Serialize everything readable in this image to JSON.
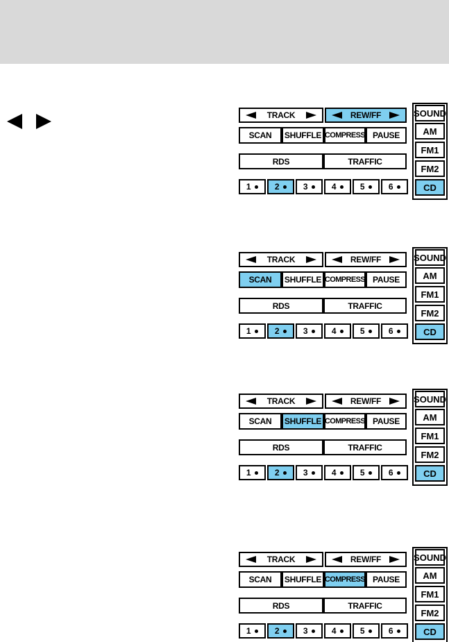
{
  "icons": {
    "seek_left": "left-triangle-icon",
    "seek_right": "right-triangle-icon"
  },
  "colors": {
    "active_highlight": "#7fcff0",
    "header_band": "#d9d9d9"
  },
  "panel_labels": {
    "track": "TRACK",
    "rew_ff": "REW/FF",
    "scan": "SCAN",
    "shuffle": "SHUFFLE",
    "compress": "COMPRESS",
    "pause": "PAUSE",
    "rds": "RDS",
    "traffic": "TRAFFIC",
    "presets": [
      "1",
      "2",
      "3",
      "4",
      "5",
      "6"
    ],
    "sound": "SOUND",
    "am": "AM",
    "fm1": "FM1",
    "fm2": "FM2",
    "cd": "CD"
  },
  "panels": [
    {
      "active_buttons": [
        "rew_ff",
        "preset_2",
        "cd"
      ]
    },
    {
      "active_buttons": [
        "scan",
        "preset_2",
        "cd"
      ]
    },
    {
      "active_buttons": [
        "shuffle",
        "preset_2",
        "cd"
      ]
    },
    {
      "active_buttons": [
        "compress",
        "preset_2",
        "cd"
      ]
    }
  ]
}
